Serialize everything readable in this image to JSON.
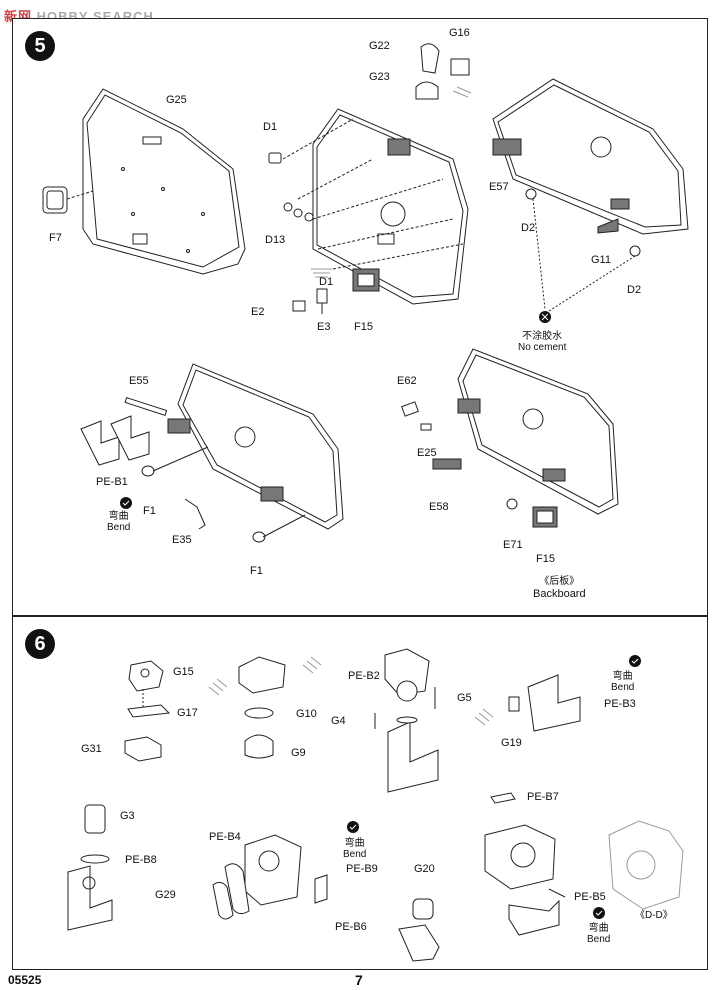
{
  "watermark": {
    "cn": "新网",
    "en": "SEARCH",
    "mid": "HOBBY"
  },
  "footer": {
    "code": "05525",
    "page": "7"
  },
  "step5": {
    "number": "5",
    "labels": {
      "G22": "G22",
      "G16": "G16",
      "G23": "G23",
      "G25": "G25",
      "D1a": "D1",
      "D13": "D13",
      "D1b": "D1",
      "E2": "E2",
      "E3": "E3",
      "F15a": "F15",
      "F7": "F7",
      "E57": "E57",
      "D2a": "D2",
      "G11": "G11",
      "D2b": "D2",
      "E55": "E55",
      "PEB1": "PE-B1",
      "F1a": "F1",
      "E35": "E35",
      "F1b": "F1",
      "E62": "E62",
      "E25": "E25",
      "E58": "E58",
      "E71": "E71",
      "F15b": "F15"
    },
    "no_cement_cn": "不涂胶水",
    "no_cement_en": "No cement",
    "bend_cn": "弯曲",
    "bend_en": "Bend",
    "backboard_cn": "《后板》",
    "backboard_en": "Backboard"
  },
  "step6": {
    "number": "6",
    "labels": {
      "G15": "G15",
      "G17": "G17",
      "G31": "G31",
      "G10": "G10",
      "G9": "G9",
      "PEB2": "PE-B2",
      "G5": "G5",
      "G4": "G4",
      "PEB3": "PE-B3",
      "G19": "G19",
      "G3": "G3",
      "PEB8": "PE-B8",
      "PEB4": "PE-B4",
      "PEB9": "PE-B9",
      "G29": "G29",
      "G20": "G20",
      "PEB6": "PE-B6",
      "PEB7": "PE-B7",
      "PEB5": "PE-B5"
    },
    "bend_cn": "弯曲",
    "bend_en": "Bend",
    "view": "《D-D》"
  }
}
